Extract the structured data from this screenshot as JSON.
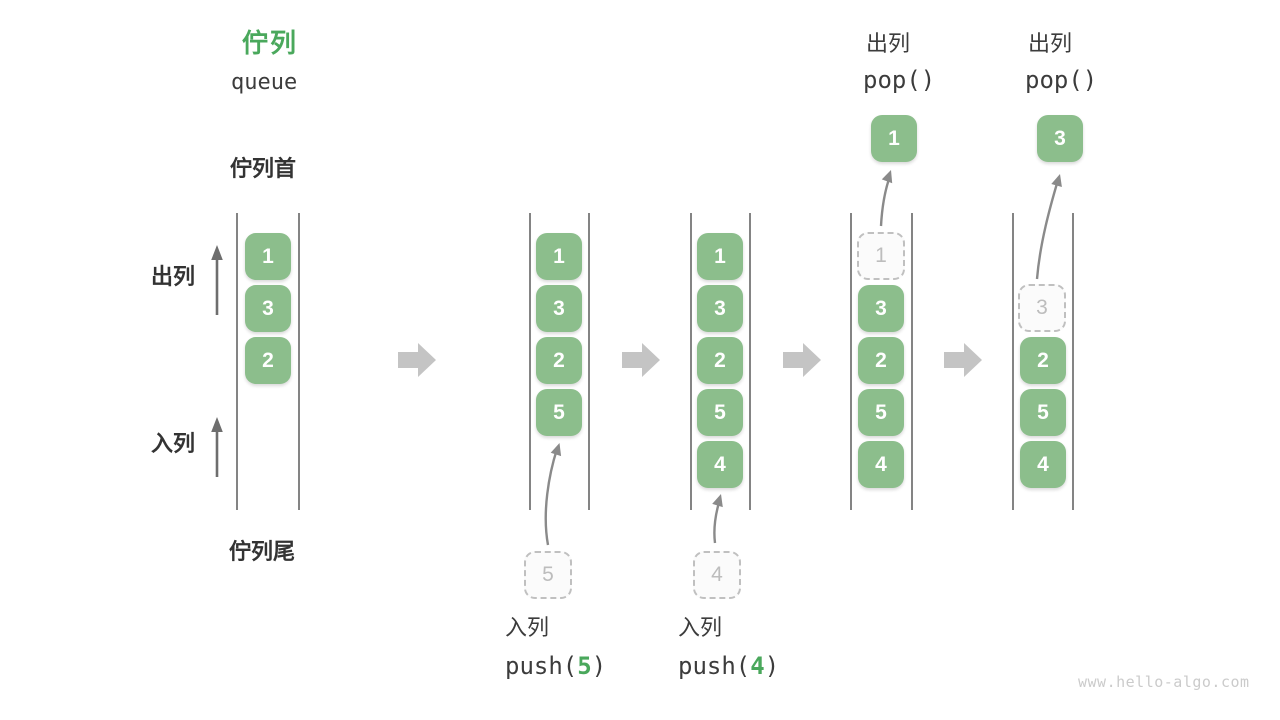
{
  "title": {
    "zh": "佇列",
    "en": "queue"
  },
  "side_labels": {
    "front": "佇列首",
    "rear": "佇列尾",
    "dequeue": "出列",
    "enqueue": "入列"
  },
  "ops": {
    "push5": {
      "action": "入列",
      "code_prefix": "push(",
      "arg": "5",
      "code_suffix": ")"
    },
    "push4": {
      "action": "入列",
      "code_prefix": "push(",
      "arg": "4",
      "code_suffix": ")"
    },
    "pop1": {
      "action": "出列",
      "code": "pop()",
      "result": "1"
    },
    "pop3": {
      "action": "出列",
      "code": "pop()",
      "result": "3"
    }
  },
  "columns": [
    {
      "cells": [
        {
          "value": "1",
          "ghost": false
        },
        {
          "value": "3",
          "ghost": false
        },
        {
          "value": "2",
          "ghost": false
        }
      ]
    },
    {
      "cells": [
        {
          "value": "1",
          "ghost": false
        },
        {
          "value": "3",
          "ghost": false
        },
        {
          "value": "2",
          "ghost": false
        },
        {
          "value": "5",
          "ghost": false
        }
      ]
    },
    {
      "cells": [
        {
          "value": "1",
          "ghost": false
        },
        {
          "value": "3",
          "ghost": false
        },
        {
          "value": "2",
          "ghost": false
        },
        {
          "value": "5",
          "ghost": false
        },
        {
          "value": "4",
          "ghost": false
        }
      ]
    },
    {
      "cells": [
        {
          "value": "1",
          "ghost": true
        },
        {
          "value": "3",
          "ghost": false
        },
        {
          "value": "2",
          "ghost": false
        },
        {
          "value": "5",
          "ghost": false
        },
        {
          "value": "4",
          "ghost": false
        }
      ]
    },
    {
      "cells": [
        {
          "value": "3",
          "ghost": true
        },
        {
          "value": "2",
          "ghost": false
        },
        {
          "value": "5",
          "ghost": false
        },
        {
          "value": "4",
          "ghost": false
        }
      ]
    }
  ],
  "watermark": "www.hello-algo.com",
  "colors": {
    "accent_green": "#4AA85C",
    "box_green": "#8CBE8C",
    "box_text": "#FFFFFF",
    "text_dark": "#3C3C3C",
    "column_line": "#4F4F4F",
    "direction_arrow": "#6E6E6E",
    "motion_arrow": "#8A8A8A",
    "step_arrow": "#C4C4C4",
    "ghost_border": "#C0C0C0",
    "ghost_text": "#BDBDBD",
    "watermark": "#CBCBCB"
  }
}
